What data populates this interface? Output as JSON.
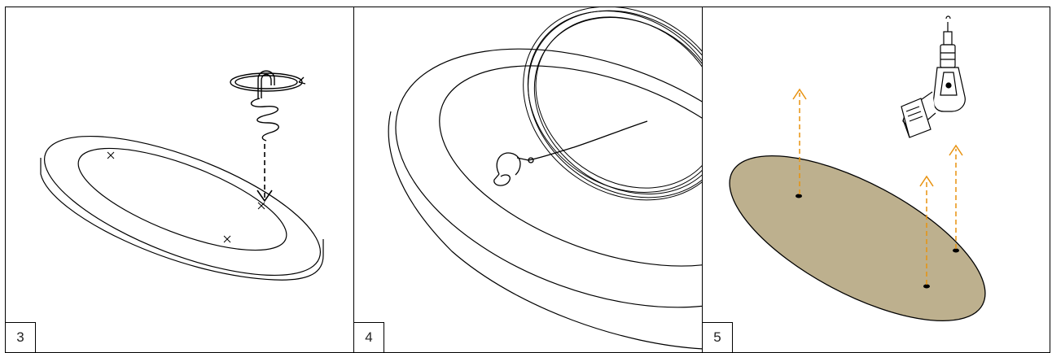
{
  "steps": [
    {
      "number": "3"
    },
    {
      "number": "4"
    },
    {
      "number": "5"
    }
  ],
  "colors": {
    "line": "#000000",
    "ceiling_fill": "#bdb08e",
    "arrow_orange": "#e8920f",
    "background": "#ffffff"
  }
}
